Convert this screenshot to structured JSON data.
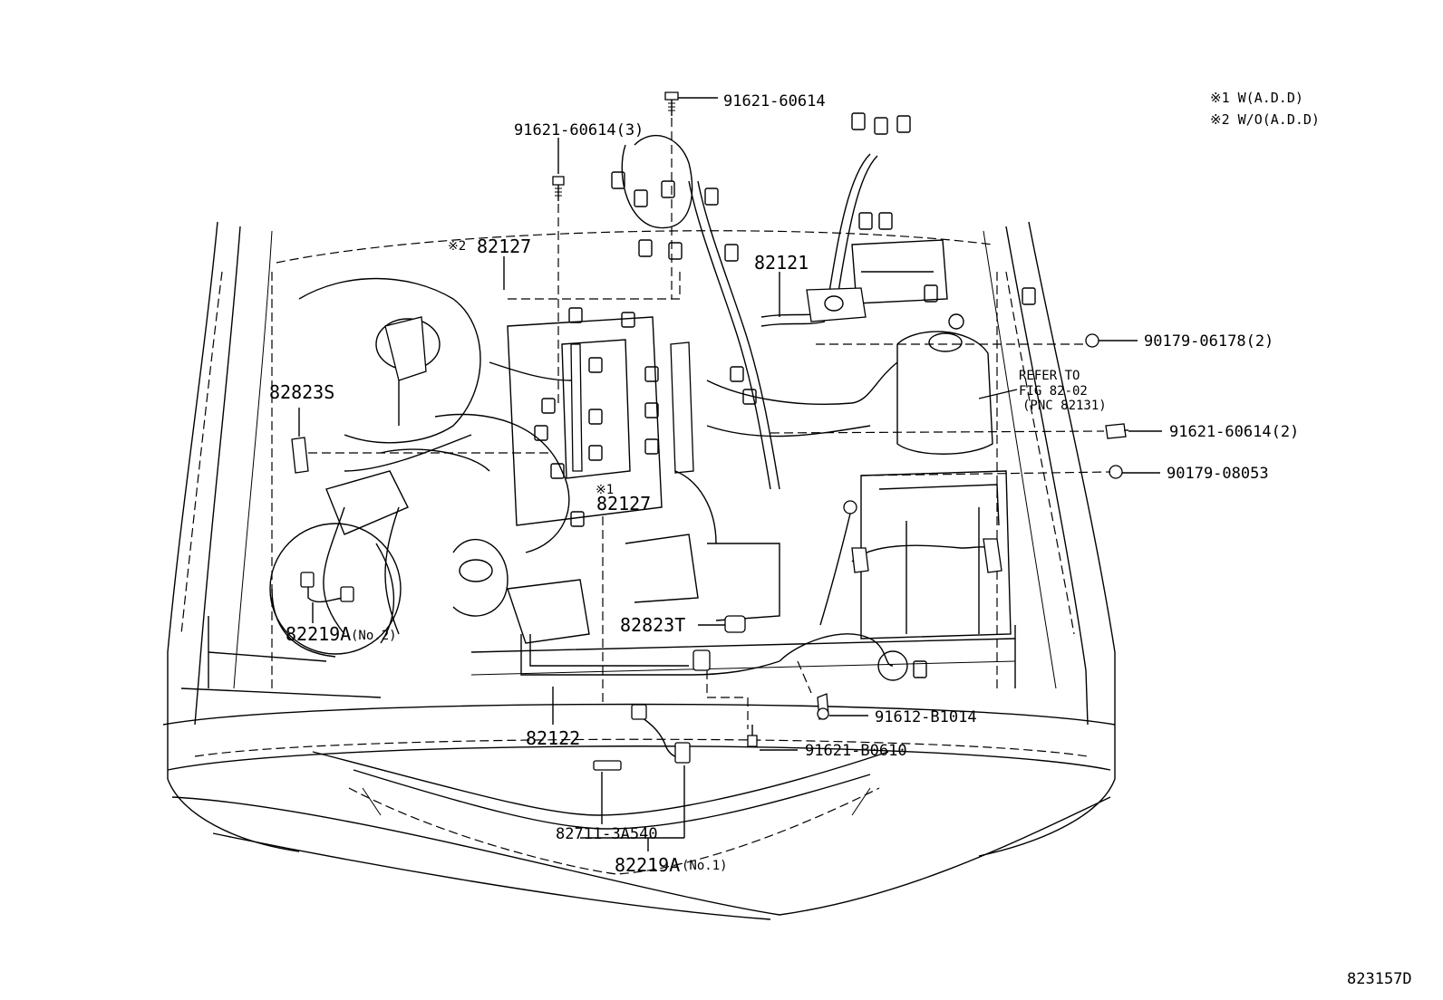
{
  "legend": {
    "note1": "※1 W(A.D.D)",
    "note2": "※2 W/O(A.D.D)"
  },
  "parts": {
    "p_91621_60614_top": "91621-60614",
    "p_91621_60614_3": "91621-60614(3)",
    "p_82127_top_mark": "※2",
    "p_82127_top": "82127",
    "p_82121": "82121",
    "p_90179_06178": "90179-06178(2)",
    "p_82823S": "82823S",
    "p_91621_60614_2": "91621-60614(2)",
    "p_90179_08053": "90179-08053",
    "p_82127_mid_mark": "※1",
    "p_82127_mid": "82127",
    "p_82219A_no2": "82219A",
    "p_82219A_no2_suffix": "(No.2)",
    "p_82823T": "82823T",
    "p_91612_B1014": "91612-B1014",
    "p_91621_B0610": "91621-B0610",
    "p_82122": "82122",
    "p_82711_3A540": "82711-3A540",
    "p_82219A_no1": "82219A",
    "p_82219A_no1_suffix": "(No.1)"
  },
  "refer": {
    "line1": "REFER TO",
    "line2": "FIG 82-02",
    "line3": "(PNC 82131)"
  },
  "figure_id": "823157D"
}
